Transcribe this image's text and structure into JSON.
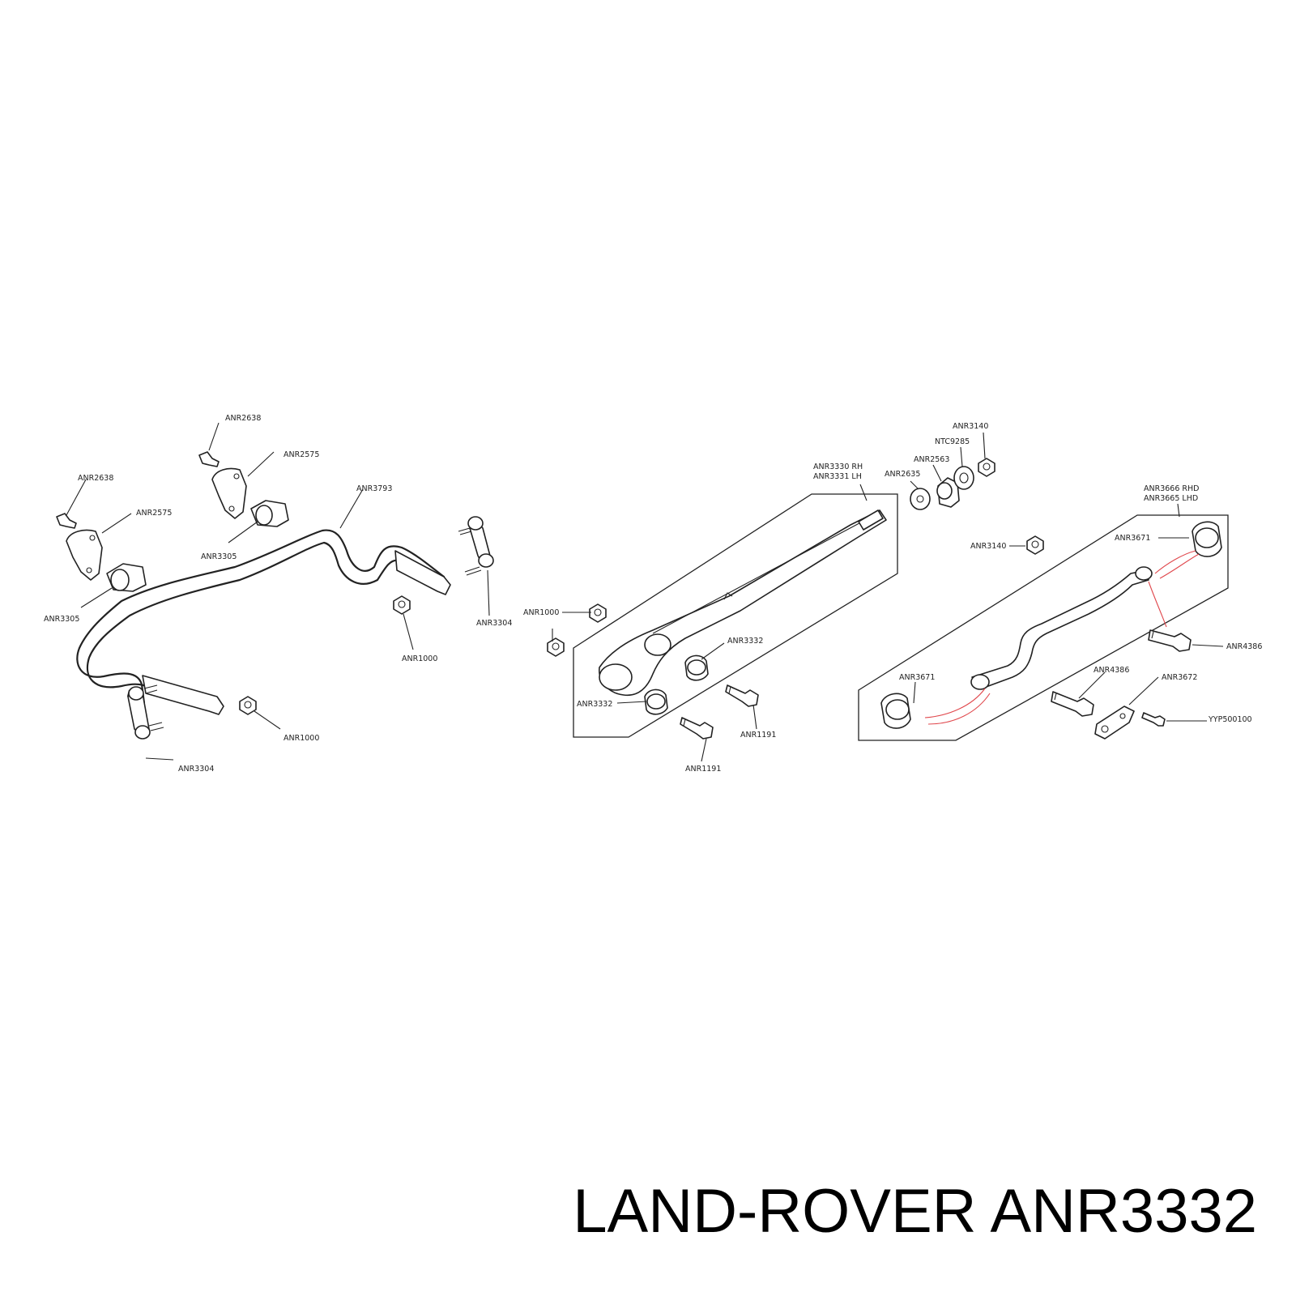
{
  "footer": {
    "brand": "LAND-ROVER",
    "part_number": "ANR3332"
  },
  "colors": {
    "line": "#222222",
    "wear_arc": "#e0474c",
    "background": "#ffffff"
  },
  "labels": {
    "anr2638_a": "ANR2638",
    "anr2575_a": "ANR2575",
    "anr2638_b": "ANR2638",
    "anr2575_b": "ANR2575",
    "anr3305_a": "ANR3305",
    "anr3305_b": "ANR3305",
    "anr3793": "ANR3793",
    "anr3304_a": "ANR3304",
    "anr3304_b": "ANR3304",
    "anr1000_a": "ANR1000",
    "anr1000_b": "ANR1000",
    "anr1000_c": "ANR1000",
    "anr3330": "ANR3330 RH",
    "anr3331": "ANR3331 LH",
    "anr3332_a": "ANR3332",
    "anr3332_b": "ANR3332",
    "anr1191_a": "ANR1191",
    "anr1191_b": "ANR1191",
    "anr3140_a": "ANR3140",
    "ntc9285": "NTC9285",
    "anr2563": "ANR2563",
    "anr2635": "ANR2635",
    "anr3140_b": "ANR3140",
    "anr3666": "ANR3666 RHD",
    "anr3665": "ANR3665 LHD",
    "anr3671_a": "ANR3671",
    "anr3671_b": "ANR3671",
    "anr4386_a": "ANR4386",
    "anr4386_b": "ANR4386",
    "anr3672": "ANR3672",
    "yyp500100": "YYP500100"
  }
}
